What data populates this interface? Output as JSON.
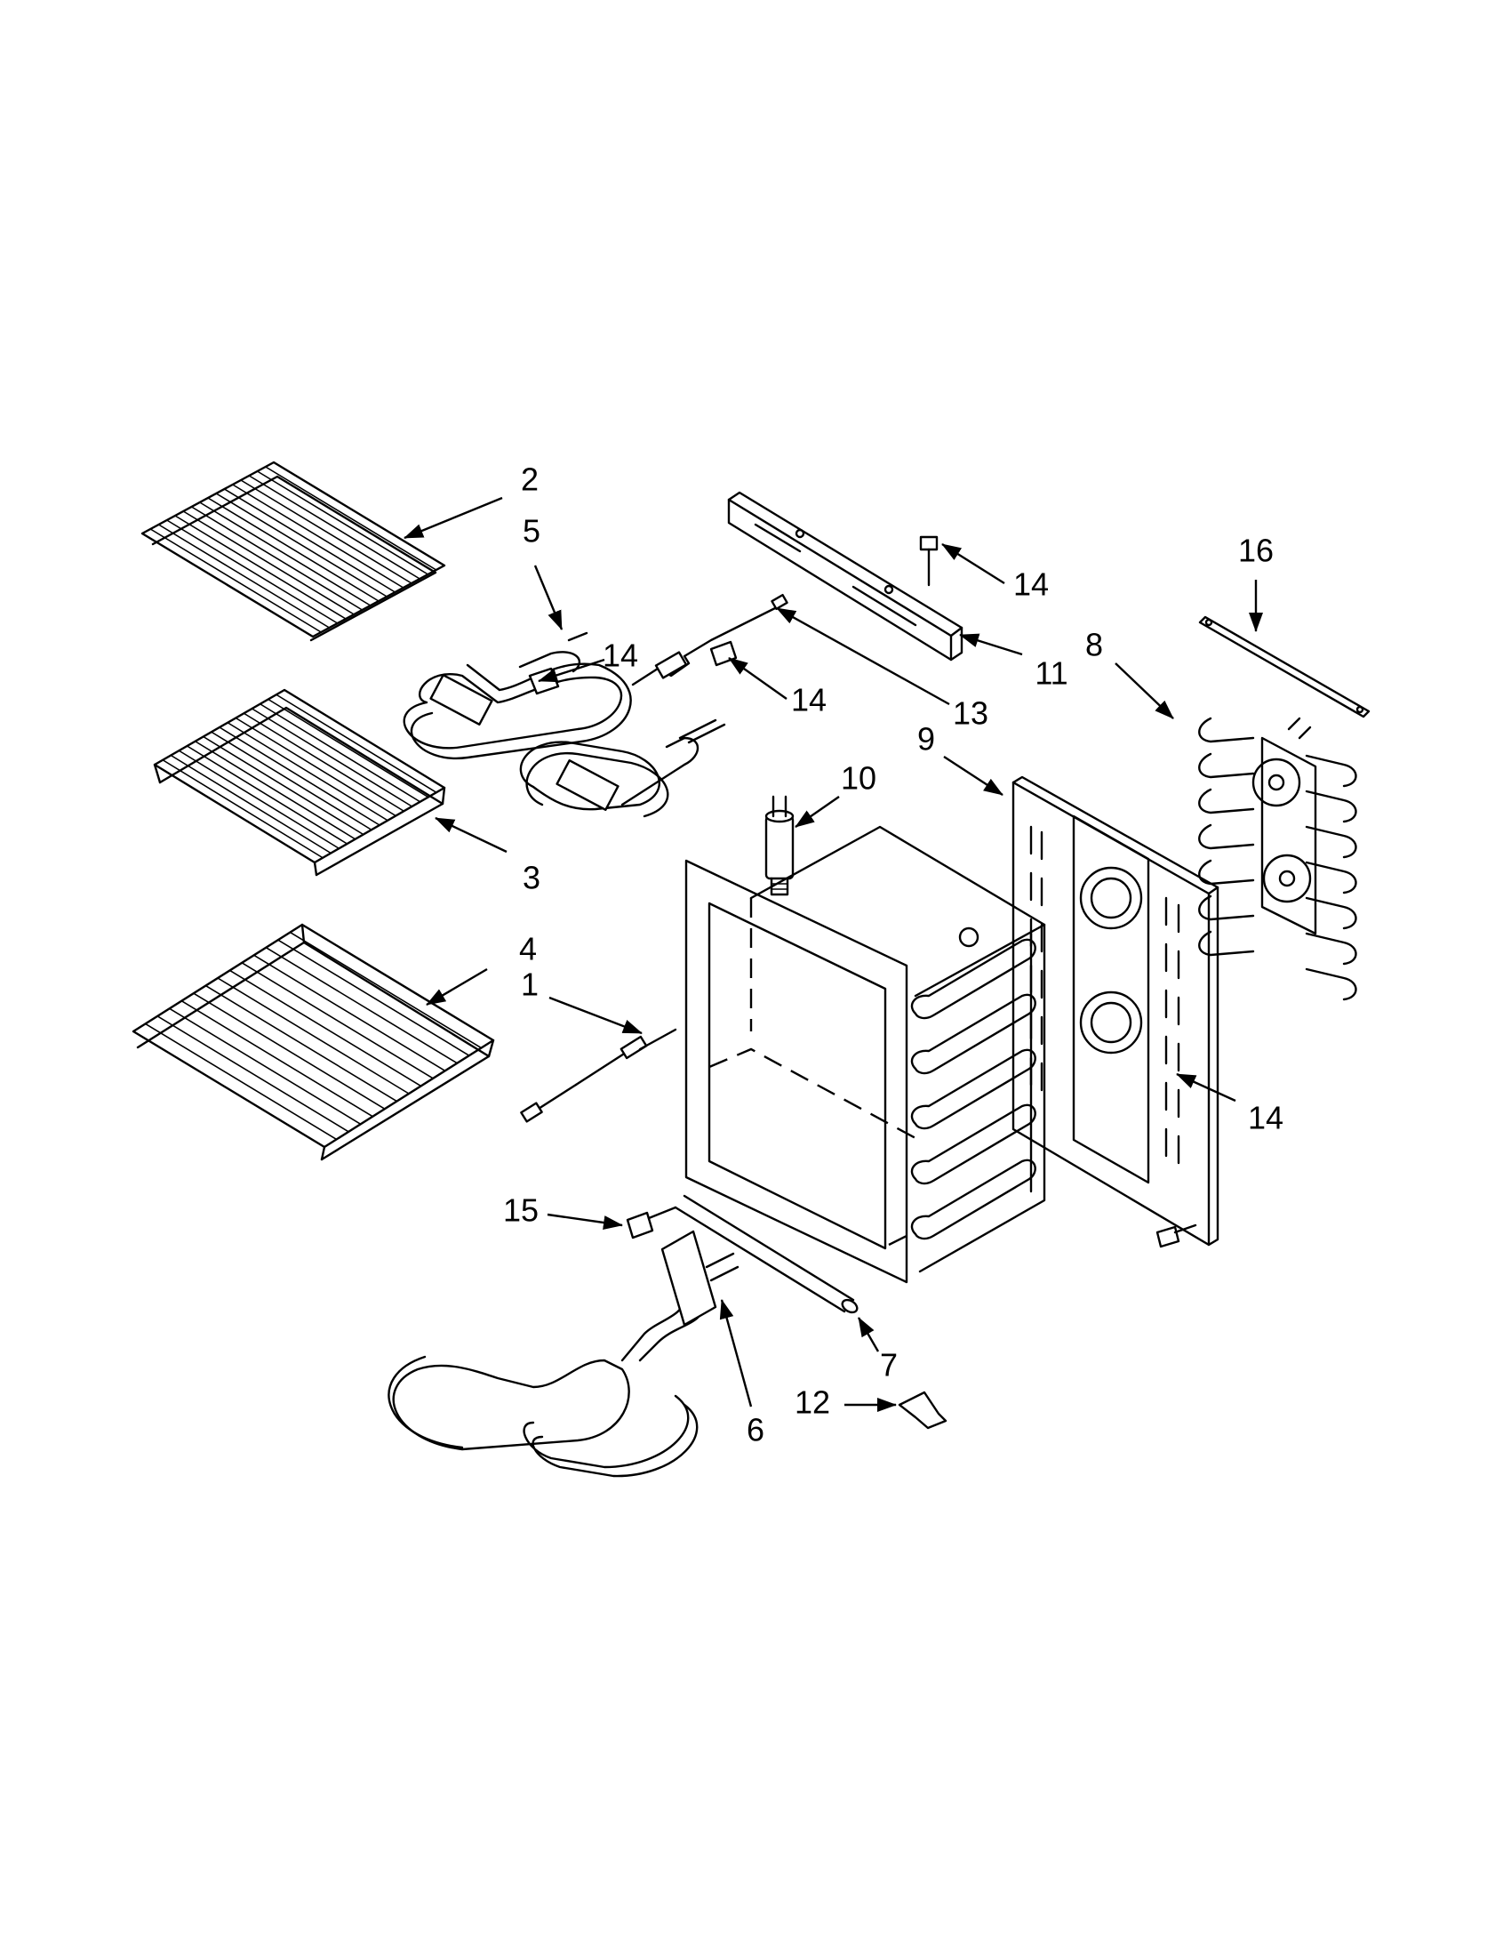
{
  "diagram": {
    "callouts": {
      "c1": "1",
      "c2": "2",
      "c3": "3",
      "c4": "4",
      "c5": "5",
      "c6": "6",
      "c7": "7",
      "c8": "8",
      "c9": "9",
      "c10": "10",
      "c11": "11",
      "c12": "12",
      "c13": "13",
      "c14a": "14",
      "c14b": "14",
      "c14c": "14",
      "c14d": "14",
      "c15": "15",
      "c16": "16"
    }
  }
}
